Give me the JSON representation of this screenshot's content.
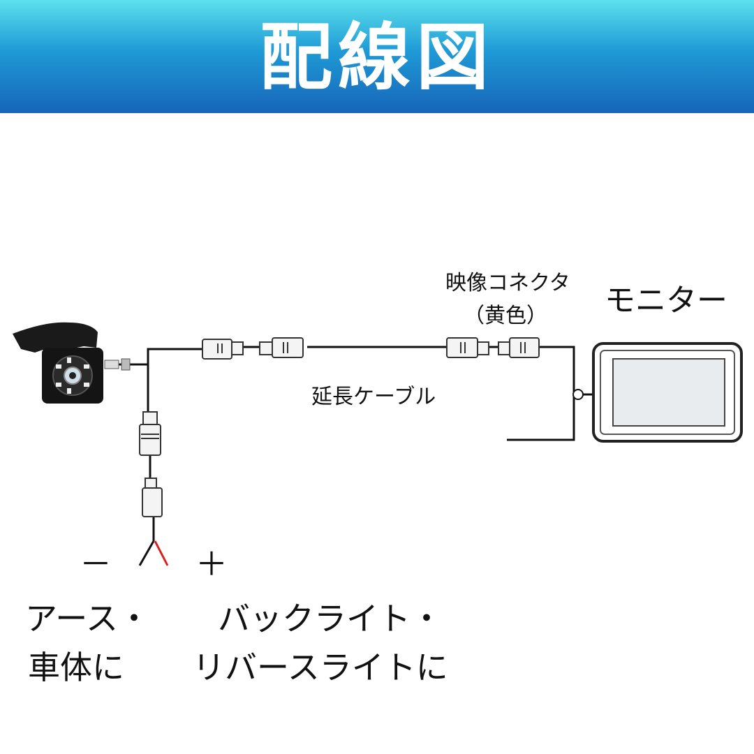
{
  "header": {
    "title": "配線図"
  },
  "labels": {
    "video_connector": "映像コネクタ",
    "video_connector_color": "（黄色）",
    "monitor": "モニター",
    "extension_cable": "延長ケーブル",
    "minus": "－",
    "plus": "＋",
    "ground_line1": "アース・",
    "ground_line2": "車体に",
    "power_line1": "バックライト・",
    "power_line2": "リバースライトに"
  },
  "colors": {
    "header_top": "#5ce1ec",
    "header_bottom": "#1665b8",
    "wire": "#111111",
    "wire_positive": "#d62020"
  }
}
